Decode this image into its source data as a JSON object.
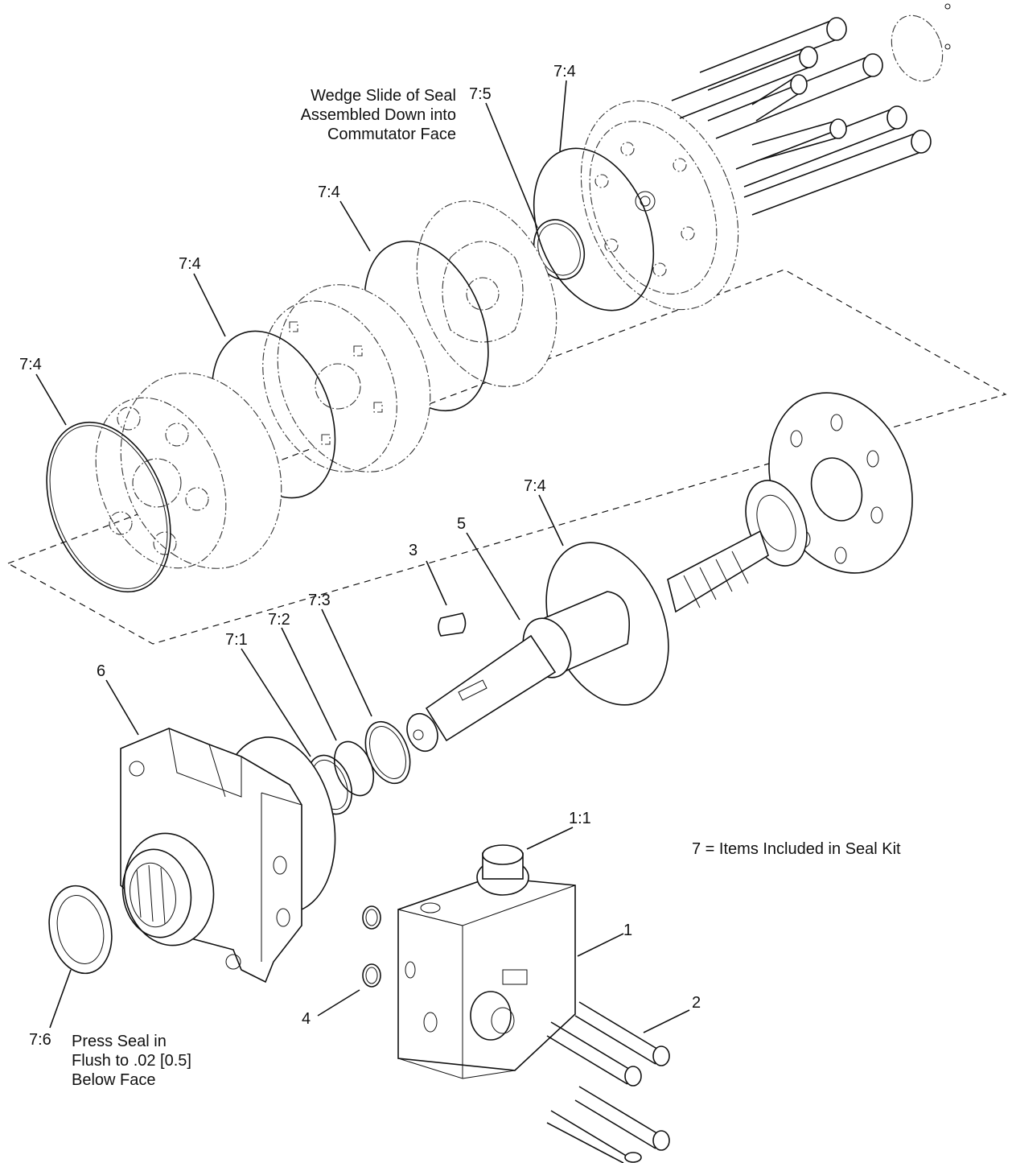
{
  "labels": {
    "l_7_4_a": "7:4",
    "l_7_5": "7:5",
    "l_7_4_b": "7:4",
    "l_7_4_c": "7:4",
    "l_7_4_d": "7:4",
    "l_7_4_e": "7:4",
    "l_5": "5",
    "l_3": "3",
    "l_7_3": "7:3",
    "l_7_2": "7:2",
    "l_7_1": "7:1",
    "l_6": "6",
    "l_1_1": "1:1",
    "l_1": "1",
    "l_2": "2",
    "l_4": "4",
    "l_7_6": "7:6"
  },
  "notes": {
    "wedge": [
      "Wedge Slide of Seal",
      "Assembled Down into",
      "Commutator Face"
    ],
    "press": [
      "Press Seal in",
      "Flush to .02 [0.5]",
      "Below Face"
    ],
    "kit": "7 = Items Included in Seal Kit"
  }
}
